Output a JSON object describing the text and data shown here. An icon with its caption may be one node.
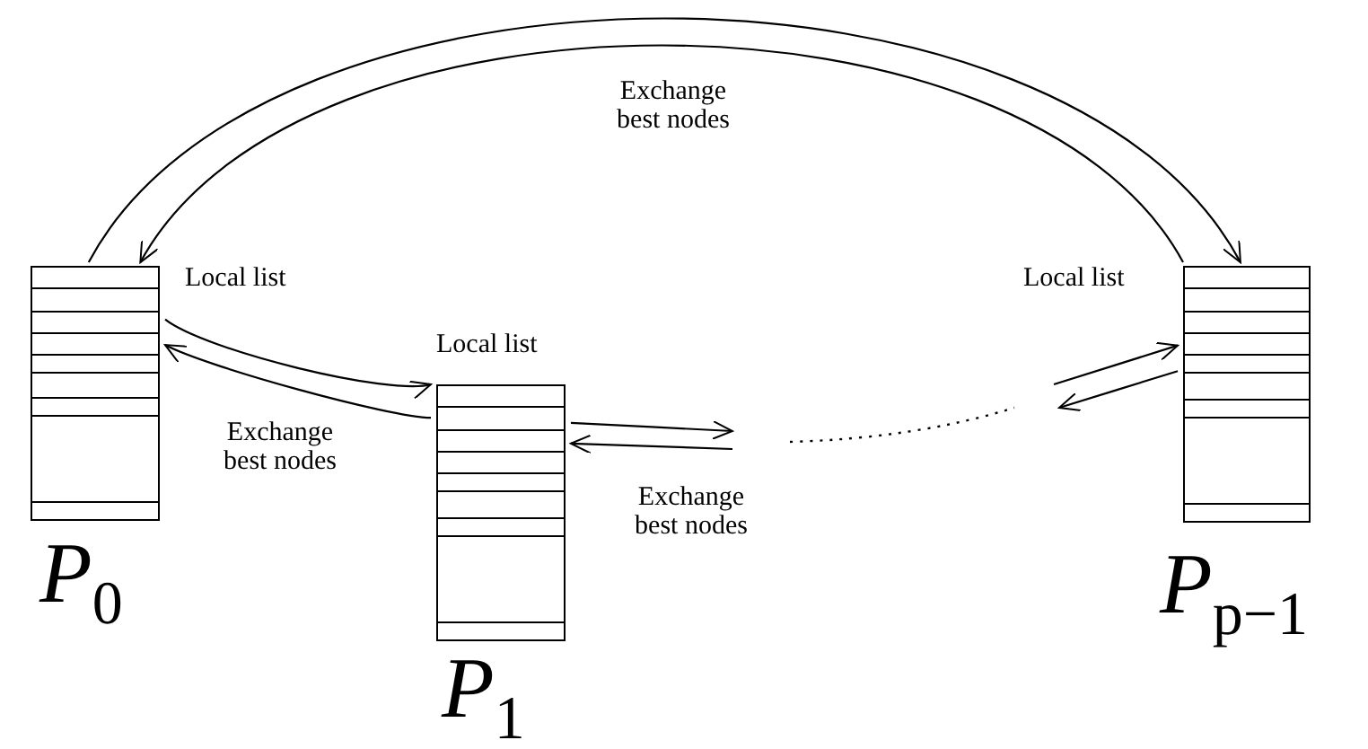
{
  "diagram": {
    "nodes": [
      {
        "text": [
          "Local list"
        ],
        "beside": [
          "*P*$_{0}$"
        ]
      },
      {
        "text": [
          "Local list"
        ],
        "beside": [
          "*P*$_{1}$"
        ]
      },
      {
        "text": [
          "Local list"
        ],
        "beside": [
          "*P*$_{p−1}$"
        ]
      }
    ],
    "edges": [
      {
        "from": 0,
        "to": 2,
        "arrow": "to"
      },
      {
        "from": 2,
        "to": 0,
        "arrow": "to",
        "label": "Exchange best nodes"
      },
      {
        "from": 0,
        "to": 1,
        "arrow": "to"
      },
      {
        "from": 1,
        "to": 0,
        "arrow": "to",
        "label": "Exchange best nodes"
      },
      {
        "from": 1,
        "to": null,
        "arrow": "to"
      },
      {
        "from": null,
        "to": 1,
        "arrow": "to",
        "label": "Exchange best nodes"
      },
      {
        "from": null,
        "to": 2,
        "arrow": "to"
      },
      {
        "from": 2,
        "to": null,
        "arrow": "to"
      }
    ]
  }
}
